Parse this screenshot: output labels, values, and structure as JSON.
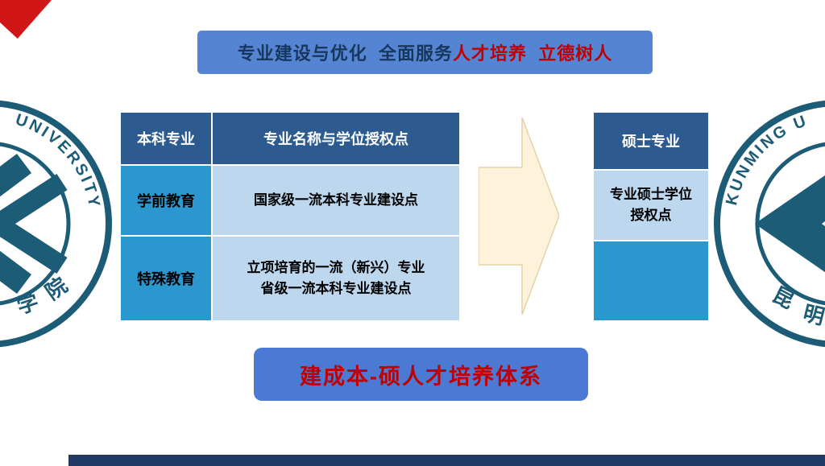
{
  "top_banner": {
    "text_primary": "专业建设与优化  全面服务",
    "text_accent": "人才培养  立德树人"
  },
  "left_table": {
    "header_col1": "本科专业",
    "header_col2": "专业名称与学位授权点",
    "rows": [
      {
        "label": "学前教育",
        "value": "国家级一流本科专业建设点"
      },
      {
        "label": "特殊教育",
        "value": "立项培育的一流（新兴）专业\n省级一流本科专业建设点"
      }
    ]
  },
  "right_table": {
    "header": "硕士专业",
    "body": "专业硕士学位\n授权点",
    "footer": ""
  },
  "bottom_banner": {
    "text": "建成本-硕人才培养体系"
  },
  "left_seal": {
    "arc_text": "UNIVERSITY",
    "char1": "学",
    "char2": "院"
  },
  "right_seal": {
    "arc_text": "KUNMING U",
    "char1": "昆",
    "char2": "明"
  },
  "colors": {
    "banner_blue": "#5585d2",
    "bottom_banner_blue": "#4b79d4",
    "table_header_navy": "#2e5b8f",
    "table_cell_blue": "#2a97ce",
    "table_cell_light_blue": "#bdd7ee",
    "title_text_navy": "#17375e",
    "accent_red": "#c00000",
    "arrow_cream": "#fdf2da",
    "seal_teal": "#1d5c77",
    "footer_navy": "#1f3864",
    "corner_red": "#d01616"
  }
}
